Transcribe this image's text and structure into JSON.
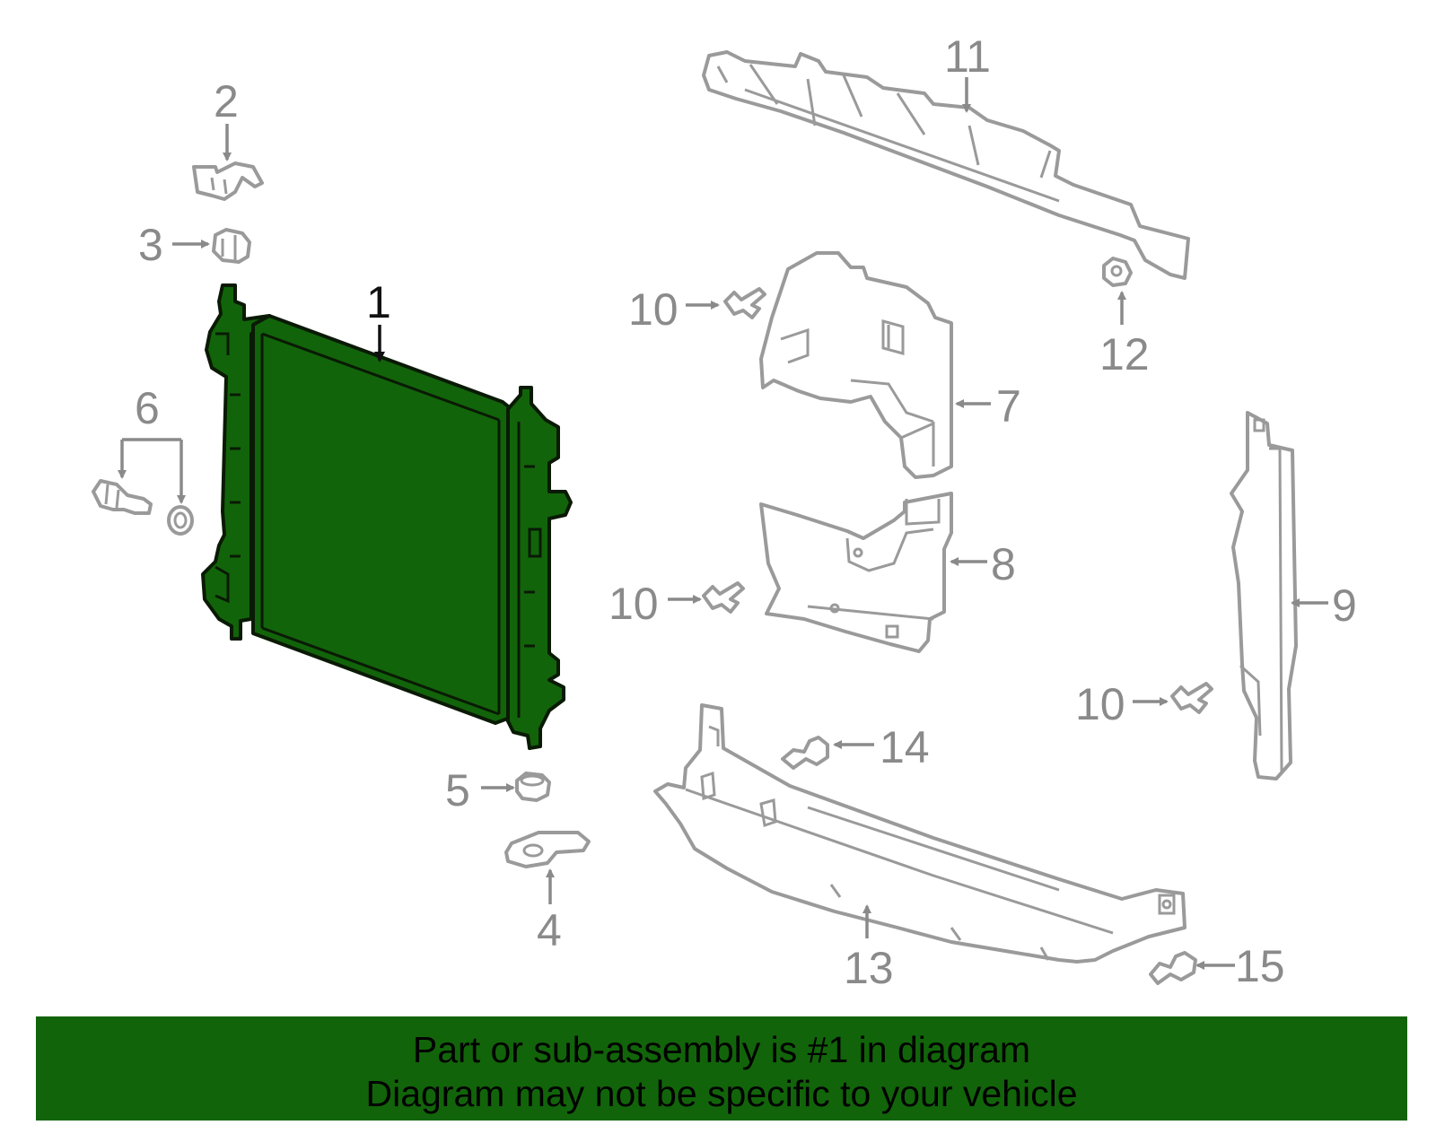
{
  "callouts": {
    "c1": "1",
    "c2": "2",
    "c3": "3",
    "c4": "4",
    "c5": "5",
    "c6": "6",
    "c7": "7",
    "c8": "8",
    "c9": "9",
    "c10a": "10",
    "c10b": "10",
    "c10c": "10",
    "c11": "11",
    "c12": "12",
    "c13": "13",
    "c14": "14",
    "c15": "15"
  },
  "banner": {
    "line1": "Part or sub-assembly is #1 in diagram",
    "line2": "Diagram may not be specific to your vehicle"
  },
  "colors": {
    "highlight": "#12640a",
    "outline": "#9a9a9a",
    "label": "#8a8a8a"
  }
}
